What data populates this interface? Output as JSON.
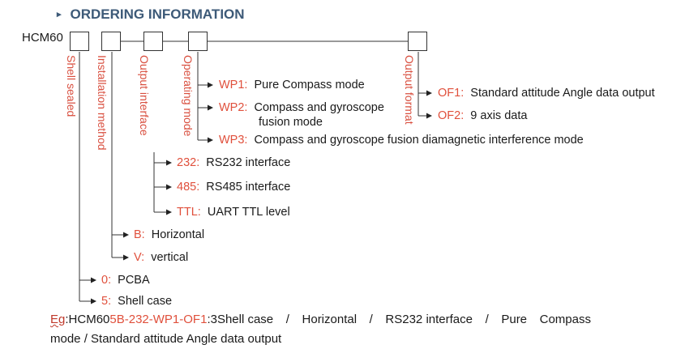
{
  "heading": {
    "marker": "▸",
    "title": "ORDERING INFORMATION"
  },
  "model_prefix": "HCM60",
  "fields": [
    {
      "label": "Shell sealed"
    },
    {
      "label": "Installation method"
    },
    {
      "label": "Output interface"
    },
    {
      "label": "Operating mode"
    },
    {
      "label": "Output format"
    }
  ],
  "options": {
    "shell": [
      {
        "code": "0:",
        "desc": "PCBA"
      },
      {
        "code": "5:",
        "desc": "Shell case"
      }
    ],
    "installation": [
      {
        "code": "B:",
        "desc": "Horizontal"
      },
      {
        "code": "V:",
        "desc": "vertical"
      }
    ],
    "interface": [
      {
        "code": "232:",
        "desc": "RS232 interface"
      },
      {
        "code": "485:",
        "desc": "RS485 interface"
      },
      {
        "code": "TTL:",
        "desc": "UART TTL level"
      }
    ],
    "mode": [
      {
        "code": "WP1:",
        "desc": "Pure Compass mode"
      },
      {
        "code": "WP2:",
        "desc": "Compass and gyroscope",
        "desc2": "fusion mode"
      },
      {
        "code": "WP3:",
        "desc": "Compass and gyroscope fusion diamagnetic interference mode"
      }
    ],
    "format": [
      {
        "code": "OF1:",
        "desc": "Standard attitude Angle data output"
      },
      {
        "code": "OF2:",
        "desc": "9 axis data"
      }
    ]
  },
  "example": {
    "eg": "Eg",
    "colon": ":",
    "prefix": "HCM60",
    "part1": "5B-232-WP1-OF1",
    "part2": ":3Shell case",
    "sep1": "/",
    "w_horizontal": "Horizontal",
    "sep2": "/",
    "w_rs232": "RS232 interface",
    "sep3": "/",
    "w_pure": "Pure",
    "w_compass": "Compass",
    "line2": "mode / Standard attitude Angle data output"
  }
}
